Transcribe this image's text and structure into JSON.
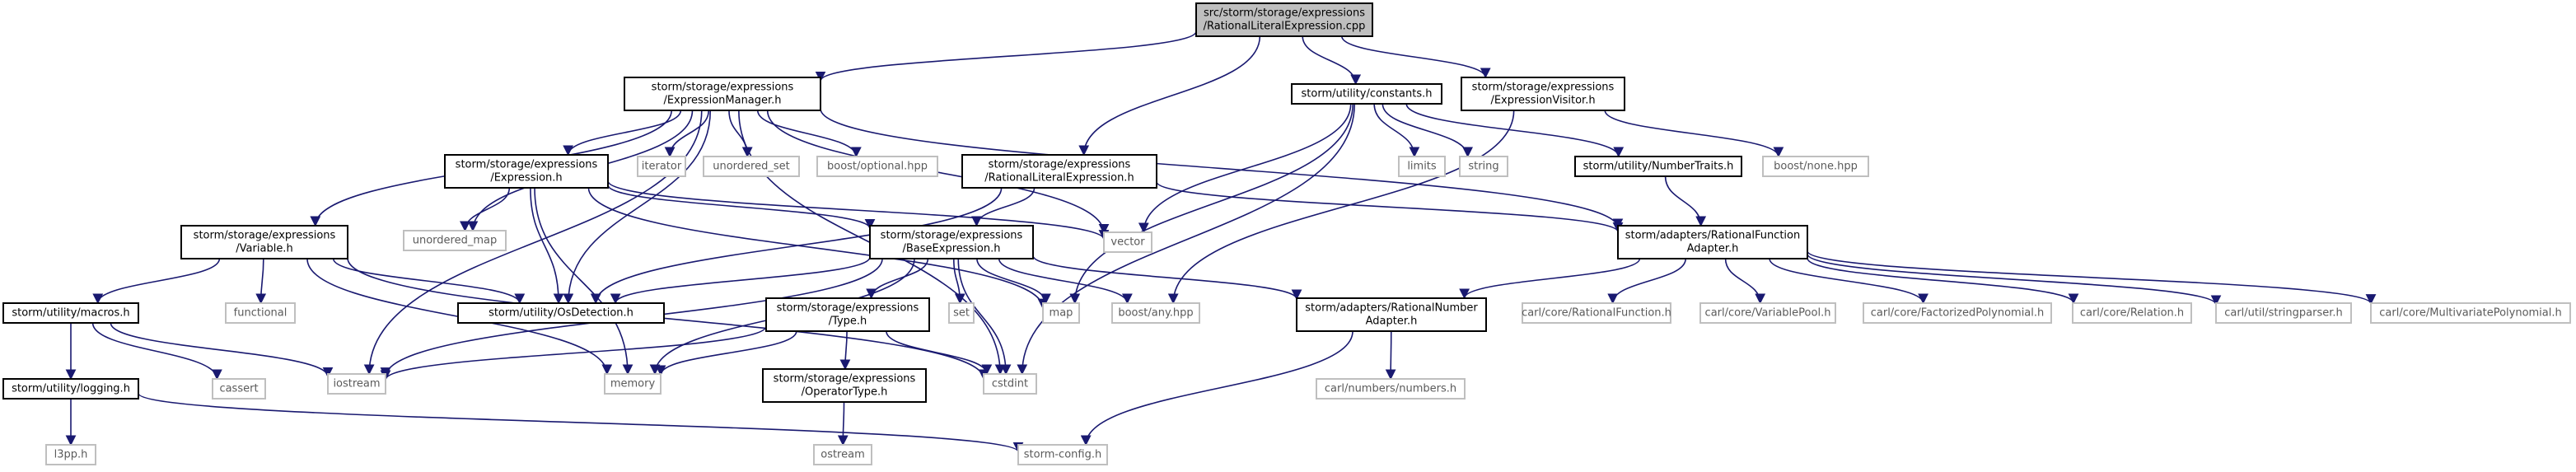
{
  "colors": {
    "background": "#ffffff",
    "edge": "#191970",
    "node_border": "#000000",
    "external_border": "#bfbfbf",
    "text": "#000000",
    "external_text": "#5a5a5a",
    "root_fill": "#bfbfbf",
    "node_fill": "#ffffff"
  },
  "nodes": [
    {
      "id": "root",
      "kind": "root",
      "lines": [
        "src/storm/storage/expressions",
        "/RationalLiteralExpression.cpp"
      ]
    },
    {
      "id": "exprmgr",
      "kind": "internal",
      "lines": [
        "storm/storage/expressions",
        "/ExpressionManager.h"
      ]
    },
    {
      "id": "constants",
      "kind": "internal",
      "lines": [
        "storm/utility/constants.h"
      ]
    },
    {
      "id": "exprvisitor",
      "kind": "internal",
      "lines": [
        "storm/storage/expressions",
        "/ExpressionVisitor.h"
      ]
    },
    {
      "id": "expression",
      "kind": "internal",
      "lines": [
        "storm/storage/expressions",
        "/Expression.h"
      ]
    },
    {
      "id": "iterator",
      "kind": "external",
      "lines": [
        "iterator"
      ]
    },
    {
      "id": "unordered_set",
      "kind": "external",
      "lines": [
        "unordered_set"
      ]
    },
    {
      "id": "optional",
      "kind": "external",
      "lines": [
        "boost/optional.hpp"
      ]
    },
    {
      "id": "ratlitexpr",
      "kind": "internal",
      "lines": [
        "storm/storage/expressions",
        "/RationalLiteralExpression.h"
      ]
    },
    {
      "id": "limits",
      "kind": "external",
      "lines": [
        "limits"
      ]
    },
    {
      "id": "string",
      "kind": "external",
      "lines": [
        "string"
      ]
    },
    {
      "id": "numtraits",
      "kind": "internal",
      "lines": [
        "storm/utility/NumberTraits.h"
      ]
    },
    {
      "id": "boostnone",
      "kind": "external",
      "lines": [
        "boost/none.hpp"
      ]
    },
    {
      "id": "variable",
      "kind": "internal",
      "lines": [
        "storm/storage/expressions",
        "/Variable.h"
      ]
    },
    {
      "id": "unordered_map",
      "kind": "external",
      "lines": [
        "unordered_map"
      ]
    },
    {
      "id": "vector",
      "kind": "external",
      "lines": [
        "vector"
      ]
    },
    {
      "id": "baseexpr",
      "kind": "internal",
      "lines": [
        "storm/storage/expressions",
        "/BaseExpression.h"
      ]
    },
    {
      "id": "ratfuncadapter",
      "kind": "internal",
      "lines": [
        "storm/adapters/RationalFunction",
        "Adapter.h"
      ]
    },
    {
      "id": "macros",
      "kind": "internal",
      "lines": [
        "storm/utility/macros.h"
      ]
    },
    {
      "id": "functional",
      "kind": "external",
      "lines": [
        "functional"
      ]
    },
    {
      "id": "osdetection",
      "kind": "internal",
      "lines": [
        "storm/utility/OsDetection.h"
      ]
    },
    {
      "id": "type",
      "kind": "internal",
      "lines": [
        "storm/storage/expressions",
        "/Type.h"
      ]
    },
    {
      "id": "set",
      "kind": "external",
      "lines": [
        "set"
      ]
    },
    {
      "id": "map",
      "kind": "external",
      "lines": [
        "map"
      ]
    },
    {
      "id": "boostany",
      "kind": "external",
      "lines": [
        "boost/any.hpp"
      ]
    },
    {
      "id": "ratnumadapter",
      "kind": "internal",
      "lines": [
        "storm/adapters/RationalNumber",
        "Adapter.h"
      ]
    },
    {
      "id": "carlratfunc",
      "kind": "external",
      "lines": [
        "carl/core/RationalFunction.h"
      ]
    },
    {
      "id": "carlvarpool",
      "kind": "external",
      "lines": [
        "carl/core/VariablePool.h"
      ]
    },
    {
      "id": "carlfactpoly",
      "kind": "external",
      "lines": [
        "carl/core/FactorizedPolynomial.h"
      ]
    },
    {
      "id": "carlrelation",
      "kind": "external",
      "lines": [
        "carl/core/Relation.h"
      ]
    },
    {
      "id": "carlstrparser",
      "kind": "external",
      "lines": [
        "carl/util/stringparser.h"
      ]
    },
    {
      "id": "carlmultipoly",
      "kind": "external",
      "lines": [
        "carl/core/MultivariatePolynomial.h"
      ]
    },
    {
      "id": "logging",
      "kind": "internal",
      "lines": [
        "storm/utility/logging.h"
      ]
    },
    {
      "id": "cassert",
      "kind": "external",
      "lines": [
        "cassert"
      ]
    },
    {
      "id": "iostream",
      "kind": "external",
      "lines": [
        "iostream"
      ]
    },
    {
      "id": "memory",
      "kind": "external",
      "lines": [
        "memory"
      ]
    },
    {
      "id": "cstdint",
      "kind": "external",
      "lines": [
        "cstdint"
      ]
    },
    {
      "id": "optype",
      "kind": "internal",
      "lines": [
        "storm/storage/expressions",
        "/OperatorType.h"
      ]
    },
    {
      "id": "carlnumbers",
      "kind": "external",
      "lines": [
        "carl/numbers/numbers.h"
      ]
    },
    {
      "id": "l3pp",
      "kind": "external",
      "lines": [
        "l3pp.h"
      ]
    },
    {
      "id": "stormconfig",
      "kind": "external",
      "lines": [
        "storm-config.h"
      ]
    },
    {
      "id": "ostream",
      "kind": "external",
      "lines": [
        "ostream"
      ]
    }
  ],
  "edges": [
    [
      "root",
      "exprmgr"
    ],
    [
      "root",
      "ratlitexpr"
    ],
    [
      "root",
      "constants"
    ],
    [
      "root",
      "exprvisitor"
    ],
    [
      "exprmgr",
      "iterator"
    ],
    [
      "exprmgr",
      "unordered_set"
    ],
    [
      "exprmgr",
      "optional"
    ],
    [
      "exprmgr",
      "expression"
    ],
    [
      "exprmgr",
      "variable"
    ],
    [
      "exprmgr",
      "unordered_map"
    ],
    [
      "exprmgr",
      "vector"
    ],
    [
      "exprmgr",
      "osdetection"
    ],
    [
      "exprmgr",
      "iostream"
    ],
    [
      "exprmgr",
      "cstdint"
    ],
    [
      "exprmgr",
      "ratfuncadapter"
    ],
    [
      "constants",
      "limits"
    ],
    [
      "constants",
      "string"
    ],
    [
      "constants",
      "numtraits"
    ],
    [
      "constants",
      "vector"
    ],
    [
      "constants",
      "map"
    ],
    [
      "constants",
      "cstdint"
    ],
    [
      "exprvisitor",
      "boostnone"
    ],
    [
      "exprvisitor",
      "boostany"
    ],
    [
      "expression",
      "unordered_map"
    ],
    [
      "expression",
      "vector"
    ],
    [
      "expression",
      "osdetection"
    ],
    [
      "expression",
      "memory"
    ],
    [
      "expression",
      "map"
    ],
    [
      "expression",
      "baseexpr"
    ],
    [
      "ratlitexpr",
      "baseexpr"
    ],
    [
      "ratlitexpr",
      "osdetection"
    ],
    [
      "ratlitexpr",
      "ratfuncadapter"
    ],
    [
      "numtraits",
      "ratfuncadapter"
    ],
    [
      "variable",
      "macros"
    ],
    [
      "variable",
      "functional"
    ],
    [
      "variable",
      "osdetection"
    ],
    [
      "variable",
      "memory"
    ],
    [
      "variable",
      "cstdint"
    ],
    [
      "baseexpr",
      "osdetection"
    ],
    [
      "baseexpr",
      "type"
    ],
    [
      "baseexpr",
      "set"
    ],
    [
      "baseexpr",
      "map"
    ],
    [
      "baseexpr",
      "boostany"
    ],
    [
      "baseexpr",
      "ratnumadapter"
    ],
    [
      "baseexpr",
      "iostream"
    ],
    [
      "baseexpr",
      "memory"
    ],
    [
      "baseexpr",
      "cstdint"
    ],
    [
      "ratfuncadapter",
      "ratnumadapter"
    ],
    [
      "ratfuncadapter",
      "carlratfunc"
    ],
    [
      "ratfuncadapter",
      "carlvarpool"
    ],
    [
      "ratfuncadapter",
      "carlfactpoly"
    ],
    [
      "ratfuncadapter",
      "carlrelation"
    ],
    [
      "ratfuncadapter",
      "carlstrparser"
    ],
    [
      "ratfuncadapter",
      "carlmultipoly"
    ],
    [
      "macros",
      "logging"
    ],
    [
      "macros",
      "cassert"
    ],
    [
      "macros",
      "iostream"
    ],
    [
      "type",
      "iostream"
    ],
    [
      "type",
      "memory"
    ],
    [
      "type",
      "cstdint"
    ],
    [
      "type",
      "optype"
    ],
    [
      "ratnumadapter",
      "carlnumbers"
    ],
    [
      "ratnumadapter",
      "stormconfig"
    ],
    [
      "logging",
      "l3pp"
    ],
    [
      "logging",
      "stormconfig"
    ],
    [
      "optype",
      "ostream"
    ]
  ]
}
